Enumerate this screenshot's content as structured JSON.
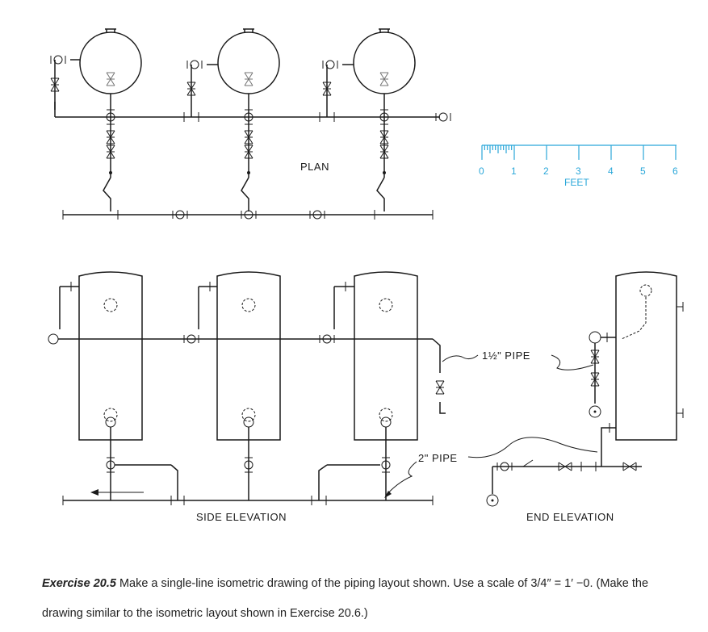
{
  "labels": {
    "plan": "PLAN",
    "side_elevation": "SIDE ELEVATION",
    "end_elevation": "END ELEVATION",
    "pipe_small": "1½\" PIPE",
    "pipe_large": "2\" PIPE"
  },
  "scale": {
    "ticks": [
      "0",
      "1",
      "2",
      "3",
      "4",
      "5",
      "6"
    ],
    "unit": "FEET",
    "color": "#2aa7d9"
  },
  "caption": {
    "exercise": "Exercise 20.5",
    "text": " Make a single-line isometric drawing of the piping layout shown. Use a scale of 3/4″ = 1′ −0. (Make the drawing similar to the isometric layout shown in Exercise 20.6.)"
  }
}
